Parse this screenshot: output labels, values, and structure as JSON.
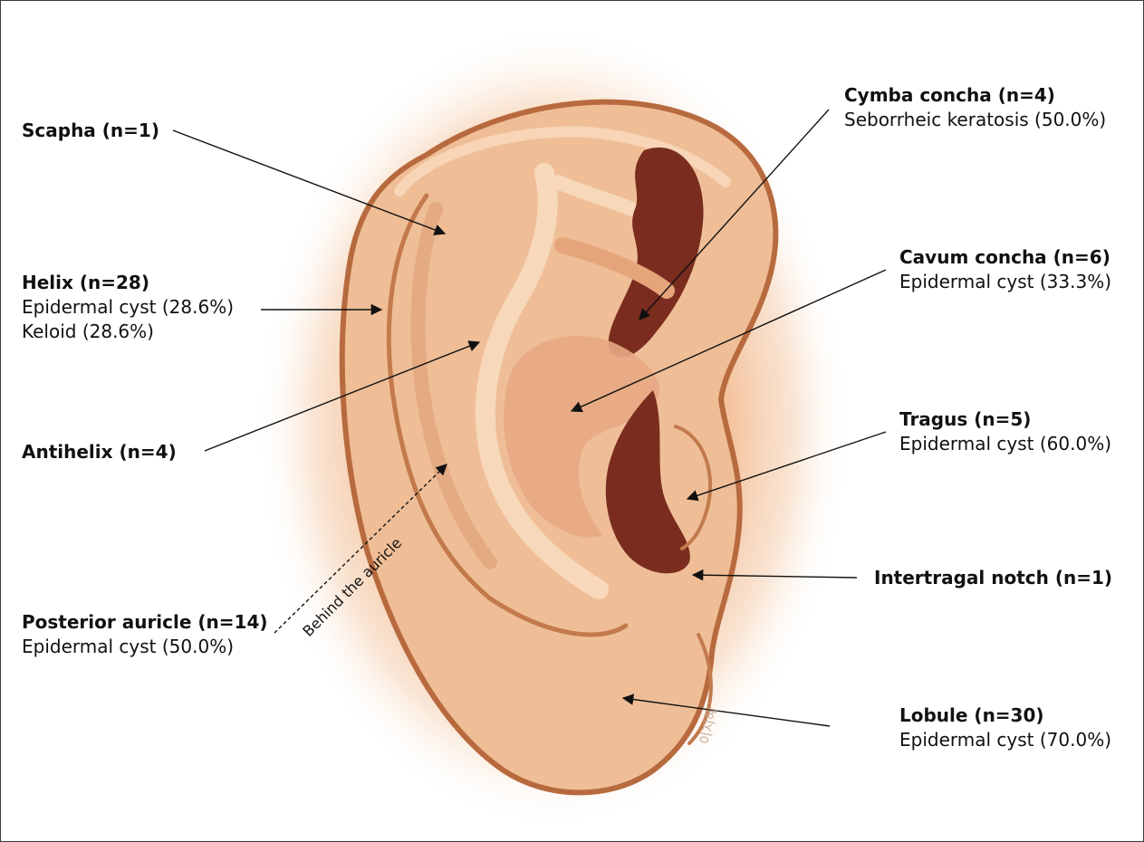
{
  "labels": {
    "scapha": {
      "title": "Scapha (n=1)"
    },
    "helix": {
      "title": "Helix (n=28)",
      "lines": [
        "Epidermal cyst (28.6%)",
        "Keloid (28.6%)"
      ]
    },
    "antihelix": {
      "title": "Antihelix (n=4)"
    },
    "posterior_auricle": {
      "title": "Posterior auricle (n=14)",
      "lines": [
        "Epidermal cyst (50.0%)"
      ]
    },
    "cymba_concha": {
      "title": "Cymba concha (n=4)",
      "lines": [
        "Seborrheic keratosis (50.0%)"
      ]
    },
    "cavum_concha": {
      "title": "Cavum concha (n=6)",
      "lines": [
        "Epidermal cyst (33.3%)"
      ]
    },
    "tragus": {
      "title": "Tragus (n=5)",
      "lines": [
        "Epidermal cyst (60.0%)"
      ]
    },
    "intertragal_notch": {
      "title": "Intertragal notch (n=1)"
    },
    "lobule": {
      "title": "Lobule (n=30)",
      "lines": [
        "Epidermal cyst (70.0%)"
      ]
    }
  },
  "behind_note": "Behind the auricle",
  "signature": "이지혜",
  "colors": {
    "skin": "#efbe96",
    "skin_light": "#f6d0ae",
    "outline": "#b86a3f",
    "concha_dark": "#7a2d1f",
    "glow": "#f2b88c",
    "arrow": "#111111"
  }
}
